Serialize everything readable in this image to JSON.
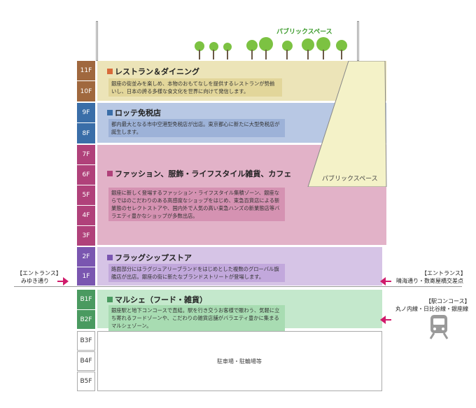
{
  "public_space_top_label": "パブリックスペース",
  "public_space_side_label": "パブリックスペース",
  "floors": [
    {
      "label": "11F",
      "color": "#a0683e"
    },
    {
      "label": "10F",
      "color": "#a0683e"
    },
    {
      "label": "9F",
      "color": "#3a6ea8"
    },
    {
      "label": "8F",
      "color": "#3a6ea8"
    },
    {
      "label": "7F",
      "color": "#b0417a"
    },
    {
      "label": "6F",
      "color": "#b0417a"
    },
    {
      "label": "5F",
      "color": "#b0417a"
    },
    {
      "label": "4F",
      "color": "#b0417a"
    },
    {
      "label": "3F",
      "color": "#b0417a"
    },
    {
      "label": "2F",
      "color": "#7a56b0"
    },
    {
      "label": "1F",
      "color": "#7a56b0"
    },
    {
      "label": "B1F",
      "color": "#4a9a60"
    },
    {
      "label": "B2F",
      "color": "#4a9a60"
    },
    {
      "label": "B3F",
      "color": "#ffffff"
    },
    {
      "label": "B4F",
      "color": "#ffffff"
    },
    {
      "label": "B5F",
      "color": "#ffffff"
    }
  ],
  "zones": {
    "restaurant": {
      "title": "レストラン＆ダイニング",
      "desc": "銀座の街並みを楽しめ、本物のおもてなしを提供するレストランが勢揃いし、日本の誇る多様な食文化を世界に向けて発信します。",
      "bg": "#ece4b8",
      "accent": "#d86a3a"
    },
    "dutyfree": {
      "title": "ロッテ免税店",
      "desc": "都内最大となる市中空港型免税店が出店。東京都心に新たに大型免税店が誕生します。",
      "bg": "#b8c8e4",
      "accent": "#3a6ea8"
    },
    "fashion": {
      "title": "ファッション、服飾・ライフスタイル雑貨、カフェ",
      "desc": "銀座に新しく登場するファッション・ライフスタイル集積ゾーン、銀座ならではのこだわりのある高感度なショップをはじめ、東急百貨店による新業態のセレクトストアや、国内外で人気の高い東急ハンズの新業態店等バラエティ豊かなショップが多数出店。",
      "bg": "#e2b2c8",
      "accent": "#b0417a"
    },
    "flagship": {
      "title": "フラッグシップストア",
      "desc": "路面部分にはラグジュアリーブランドをはじめとした複数のグローバル旗艦店が出店。銀座の街に新たなブランドストリートが登場します。",
      "bg": "#d6c4e6",
      "accent": "#7a56b0"
    },
    "marche": {
      "title": "マルシェ（フード・雑貨）",
      "desc": "銀座駅と地下コンコースで直結。駅を行き交うお客様で賑わう、気軽に立ち寄れるフードゾーンや、こだわりの雑貨店舗がバラエティ豊かに集まるマルシェゾーン。",
      "bg": "#c4e8cc",
      "accent": "#4a9a60"
    },
    "parking": {
      "title": "駐車場・駐輪場等"
    }
  },
  "entrances": {
    "left_title": "【エントランス】",
    "left_sub": "みゆき通り",
    "right1_title": "【エントランス】",
    "right1_sub": "晴海通り・数寄屋橋交差点",
    "right2_title": "【駅コンコース】",
    "right2_sub": "丸ノ内線・日比谷線・銀座線"
  },
  "icons": {
    "train": "train-icon",
    "arrow": "arrow-icon",
    "tree": "tree-icon"
  }
}
